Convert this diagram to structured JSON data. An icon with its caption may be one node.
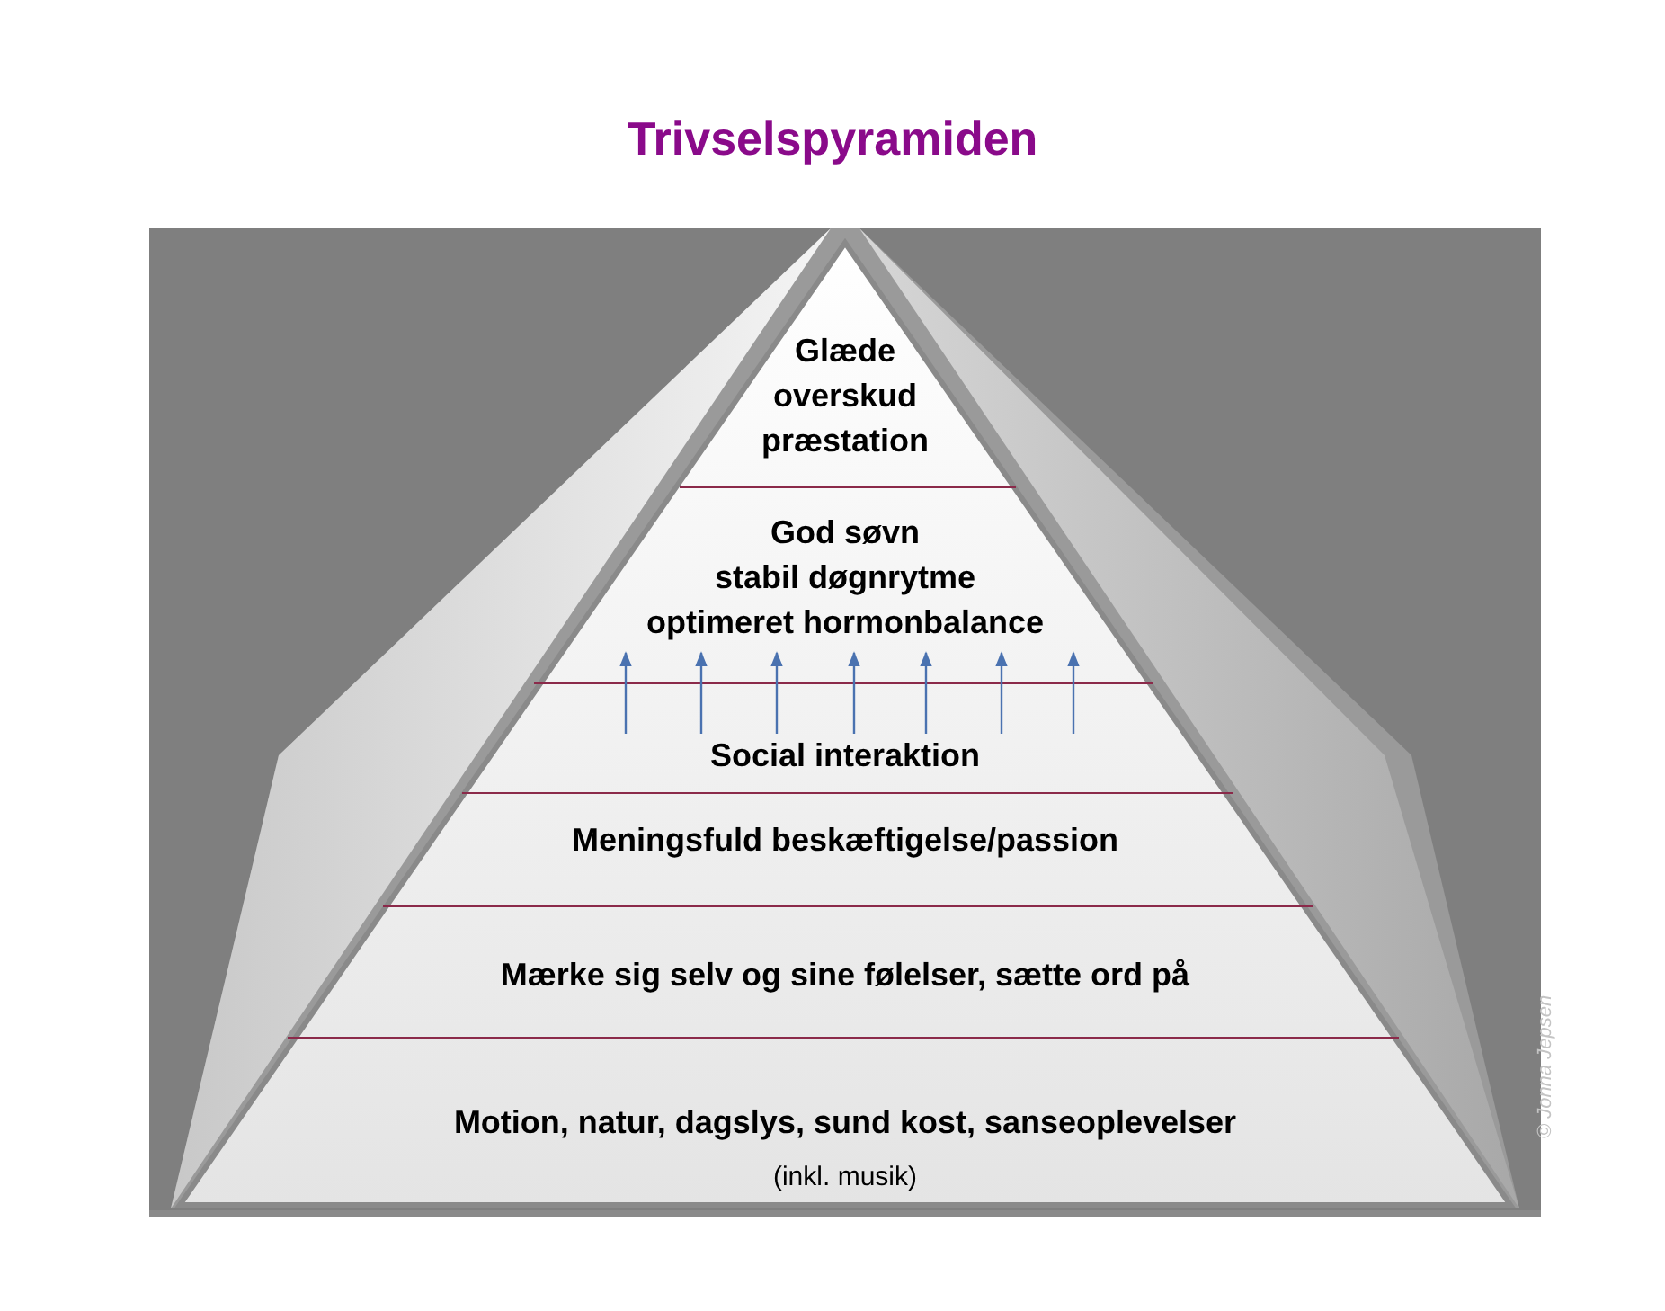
{
  "diagram": {
    "title": "Trivselspyramiden",
    "nodes": [
      {
        "text": [
          "Glæde",
          "overskud",
          "præstation"
        ]
      },
      {
        "text": [
          "God søvn",
          "stabil døgnrytme",
          "optimeret hormonbalance"
        ]
      },
      {
        "text": [
          "Social interaktion"
        ]
      },
      {
        "text": [
          "Meningsfuld beskæftigelse/passion"
        ]
      },
      {
        "text": [
          "Mærke sig selv og sine følelser, sætte ord på"
        ]
      },
      {
        "text": [
          "Motion, natur, dagslys, sund kost, sanseoplevelser",
          "(inkl. musik)"
        ]
      }
    ],
    "edges": [
      {
        "from": 2,
        "to": 1,
        "arrow": "to"
      },
      {
        "from": 2,
        "to": 1,
        "arrow": "to"
      },
      {
        "from": 2,
        "to": 1,
        "arrow": "to"
      },
      {
        "from": 2,
        "to": 1,
        "arrow": "to"
      },
      {
        "from": 2,
        "to": 1,
        "arrow": "to"
      },
      {
        "from": 2,
        "to": 1,
        "arrow": "to"
      },
      {
        "from": 2,
        "to": 1,
        "arrow": "to"
      }
    ],
    "labels": [
      "© Jonna Jepsen"
    ]
  }
}
